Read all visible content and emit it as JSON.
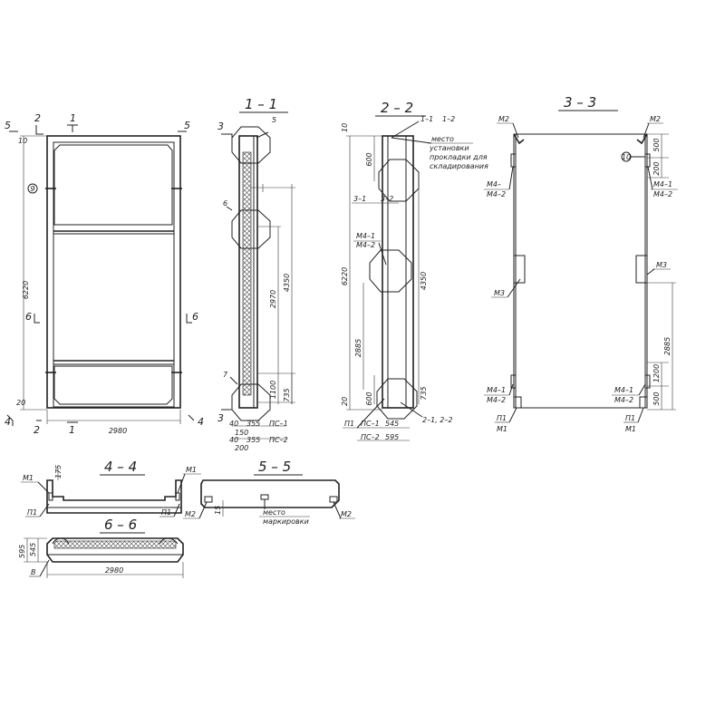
{
  "views": {
    "titles": {
      "s11": "1 – 1",
      "s22": "2 – 2",
      "s33": "3 – 3",
      "s44": "4 – 4",
      "s55": "5 – 5",
      "s66": "6 – 6"
    },
    "front": {
      "cut_marks": {
        "c5": "5",
        "c2": "2",
        "c1": "1",
        "c5r": "5",
        "c6l": "6",
        "c6r": "6",
        "c4": "4",
        "c2b": "2",
        "c1b": "1",
        "c4r": "4"
      },
      "dims": {
        "top": "10",
        "height": "6220",
        "bottom": "20",
        "width": "2980"
      },
      "callout": "9"
    },
    "s11": {
      "cut_marks": {
        "c3t": "3",
        "c3b": "3"
      },
      "callouts": {
        "p5": "5",
        "p6": "6",
        "p7": "7"
      },
      "dims": {
        "d4350": "4350",
        "d2970": "2970",
        "d1100": "1100",
        "d735": "735",
        "d40a": "40",
        "d355a": "355",
        "ps1": "ПС–1",
        "d150": "150",
        "d40b": "40",
        "d355b": "355",
        "ps2": "ПС–2",
        "d200": "200"
      }
    },
    "s22": {
      "dims": {
        "d10": "10",
        "d600a": "600",
        "d6220": "6220",
        "d4350": "4350",
        "d2885": "2885",
        "d600b": "600",
        "d735": "735",
        "d20": "20",
        "ps1": "ПС–1",
        "d545": "545",
        "ps2": "ПС–2",
        "d595": "595"
      },
      "labels": {
        "l11": "1–1",
        "l12": "1–2",
        "note1": "место",
        "note2": "установки",
        "note3": "прокладки для",
        "note4": "складирования",
        "l31": "3–1",
        "l32": "3–2",
        "m41": "М4–1",
        "m42": "М4–2",
        "p1": "П1",
        "l21": "2–1, 2–2"
      }
    },
    "s33": {
      "labels": {
        "m2l": "М2",
        "m2r": "М2",
        "m41l": "М4–",
        "m42l": "М4–2",
        "c10": "10",
        "m41r": "М4–1",
        "m42r": "М4–2",
        "m3l": "М3",
        "m3r": "М3",
        "m41lb": "М4–1",
        "m42lb": "М4–2",
        "m41rb": "М4–1",
        "m42rb": "М4–2",
        "p1l": "П1",
        "m1l": "М1",
        "p1r": "П1",
        "m1r": "М1"
      },
      "dims": {
        "d500t": "500",
        "d200t": "200",
        "d2885": "2885",
        "d1200": "1200",
        "d500b": "500"
      }
    },
    "s44": {
      "labels": {
        "m1l": "М1",
        "m1r": "М1",
        "p1l": "П1",
        "p1r": "П1"
      },
      "dims": {
        "d175": "175"
      }
    },
    "s55": {
      "labels": {
        "m2l": "М2",
        "m2r": "М2",
        "note1": "место",
        "note2": "маркировки"
      },
      "dims": {
        "d15": "15"
      }
    },
    "s66": {
      "dims": {
        "d595": "595",
        "d545": "545",
        "d2980": "2980"
      },
      "labels": {
        "b": "В"
      }
    }
  }
}
